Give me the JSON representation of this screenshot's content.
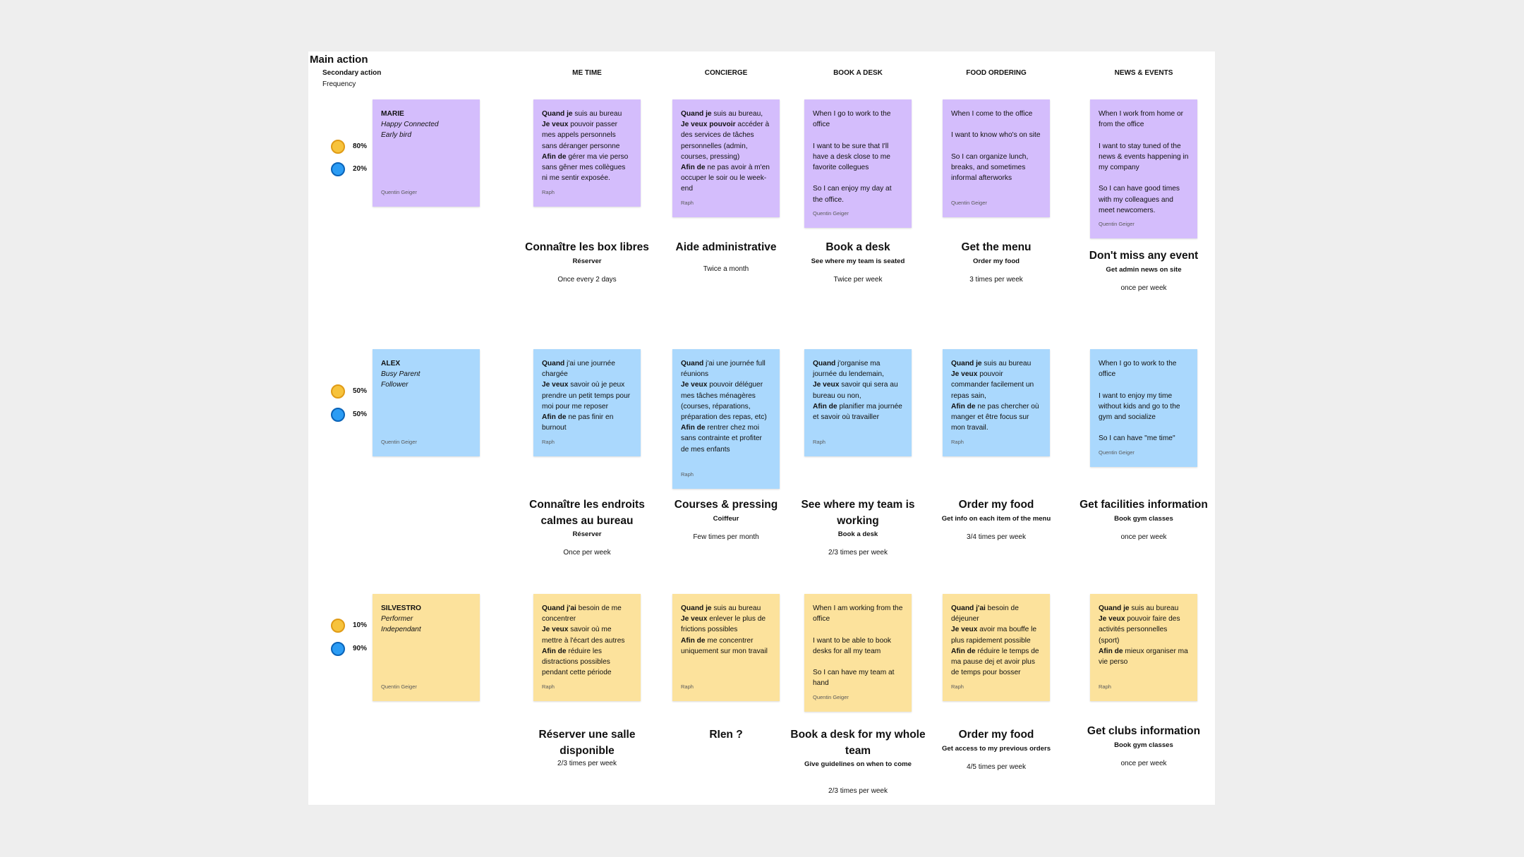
{
  "legend": {
    "main": "Main action",
    "secondary": "Secondary action",
    "frequency": "Frequency"
  },
  "columns": [
    "ME TIME",
    "CONCIERGE",
    "BOOK A DESK",
    "FOOD ORDERING",
    "NEWS & EVENTS"
  ],
  "colors": {
    "purple": "#d4bdfc",
    "blue": "#aad8fd",
    "yellow": "#fce29c",
    "dot_yellow": "#f7c33c",
    "dot_blue": "#2b9cf4"
  },
  "personas": [
    {
      "name": "MARIE",
      "role1": "Happy Connected",
      "role2": "Early bird",
      "author": "Quentin Geiger",
      "pct_yellow": "80%",
      "pct_blue": "20%"
    },
    {
      "name": "ALEX",
      "role1": "Busy Parent",
      "role2": "Follower",
      "author": "Quentin Geiger",
      "pct_yellow": "50%",
      "pct_blue": "50%"
    },
    {
      "name": "SILVESTRO",
      "role1": "Performer",
      "role2": "Independant",
      "author": "Quentin Geiger",
      "pct_yellow": "10%",
      "pct_blue": "90%"
    }
  ],
  "rows": [
    {
      "stickies": [
        {
          "segments": [
            [
              "b",
              "Quand je"
            ],
            [
              "n",
              " suis au bureau\n"
            ],
            [
              "b",
              "Je veux"
            ],
            [
              "n",
              " pouvoir passer mes appels personnels sans déranger personne\n"
            ],
            [
              "b",
              "Afin de"
            ],
            [
              "n",
              " gérer ma vie perso sans gêner mes collègues ni me sentir exposée."
            ]
          ],
          "author": "Raph"
        },
        {
          "segments": [
            [
              "b",
              "Quand je"
            ],
            [
              "n",
              " suis au bureau,\n"
            ],
            [
              "b",
              "Je veux pouvoir"
            ],
            [
              "n",
              " accéder à des services de tâches personnelles (admin, courses, pressing)\n"
            ],
            [
              "b",
              "Afin de"
            ],
            [
              "n",
              " ne pas avoir à m'en occuper le soir ou le week-end"
            ]
          ],
          "author": "Raph"
        },
        {
          "segments": [
            [
              "n",
              "When I go to work to the office\n\nI want to be sure that I'll have a desk close to me favorite collegues\n\nSo I can enjoy my day at the office."
            ]
          ],
          "author": "Quentin Geiger"
        },
        {
          "segments": [
            [
              "n",
              "When I come to the office\n\nI want to know who's on site\n\nSo I can organize lunch, breaks, and sometimes informal afterworks"
            ]
          ],
          "author": "Quentin Geiger"
        },
        {
          "segments": [
            [
              "n",
              "When I work from home or from the office\n\nI want to stay tuned of the news & events happening in my company\n\nSo I can have good times with my colleagues and meet newcomers."
            ]
          ],
          "author": "Quentin Geiger"
        }
      ],
      "actions": [
        {
          "title": "Connaître les box libres",
          "sub": "Réserver",
          "freq": "Once every 2 days"
        },
        {
          "title": "Aide administrative",
          "sub": "",
          "freq": "Twice a month"
        },
        {
          "title": "Book a desk",
          "sub": "See where my team is seated",
          "freq": "Twice per week"
        },
        {
          "title": "Get the menu",
          "sub": "Order my food",
          "freq": "3 times per week"
        },
        {
          "title": "Don't miss any event",
          "sub": "Get admin news on site",
          "freq": "once per week"
        }
      ]
    },
    {
      "stickies": [
        {
          "segments": [
            [
              "b",
              "Quand"
            ],
            [
              "n",
              " j'ai une journée chargée\n"
            ],
            [
              "b",
              "Je veux"
            ],
            [
              "n",
              " savoir où je peux prendre un petit temps pour moi pour me reposer\n"
            ],
            [
              "b",
              "Afin de"
            ],
            [
              "n",
              " ne pas finir en burnout"
            ]
          ],
          "author": "Raph"
        },
        {
          "segments": [
            [
              "b",
              "Quand"
            ],
            [
              "n",
              " j'ai une journée full réunions\n"
            ],
            [
              "b",
              "Je veux"
            ],
            [
              "n",
              " pouvoir déléguer mes tâches ménagères (courses, réparations, préparation des repas, etc)\n"
            ],
            [
              "b",
              "Afin de"
            ],
            [
              "n",
              " rentrer chez moi sans contrainte et profiter de mes enfants"
            ]
          ],
          "author": "Raph"
        },
        {
          "segments": [
            [
              "b",
              "Quand"
            ],
            [
              "n",
              " j'organise ma journée du lendemain,\n"
            ],
            [
              "b",
              "Je veux"
            ],
            [
              "n",
              " savoir qui sera au bureau ou non,\n"
            ],
            [
              "b",
              "Afin de"
            ],
            [
              "n",
              " planifier ma journée et savoir où travailler"
            ]
          ],
          "author": "Raph"
        },
        {
          "segments": [
            [
              "b",
              "Quand je"
            ],
            [
              "n",
              " suis au bureau\n"
            ],
            [
              "b",
              "Je veux"
            ],
            [
              "n",
              " pouvoir commander facilement un repas sain,\n"
            ],
            [
              "b",
              "Afin de"
            ],
            [
              "n",
              " ne pas chercher où manger et être focus sur mon travail."
            ]
          ],
          "author": "Raph"
        },
        {
          "segments": [
            [
              "n",
              "When I go to work to the office\n\nI want to enjoy my time without kids and go to the gym and socialize\n\nSo I can have \"me time\""
            ]
          ],
          "author": "Quentin Geiger"
        }
      ],
      "actions": [
        {
          "title": "Connaître les endroits calmes au bureau",
          "sub": "Réserver",
          "freq": "Once per week"
        },
        {
          "title": "Courses & pressing",
          "sub": "Coiffeur",
          "freq": "Few times per month"
        },
        {
          "title": "See where my team is working",
          "sub": "Book a desk",
          "freq": "2/3 times per week"
        },
        {
          "title": "Order my food",
          "sub": "Get info on each item of the menu",
          "freq": "3/4 times per week"
        },
        {
          "title": "Get facilities information",
          "sub": "Book gym classes",
          "freq": "once per week"
        }
      ]
    },
    {
      "stickies": [
        {
          "segments": [
            [
              "b",
              "Quand j'ai"
            ],
            [
              "n",
              " besoin de me concentrer\n"
            ],
            [
              "b",
              "Je veux"
            ],
            [
              "n",
              " savoir où me mettre à l'écart des autres\n"
            ],
            [
              "b",
              "Afin de"
            ],
            [
              "n",
              " réduire les distractions possibles pendant cette période"
            ]
          ],
          "author": "Raph"
        },
        {
          "segments": [
            [
              "b",
              "Quand je"
            ],
            [
              "n",
              " suis au bureau\n"
            ],
            [
              "b",
              "Je veux"
            ],
            [
              "n",
              " enlever le plus de frictions possibles\n"
            ],
            [
              "b",
              "Afin de"
            ],
            [
              "n",
              " me concentrer uniquement sur mon travail"
            ]
          ],
          "author": "Raph"
        },
        {
          "segments": [
            [
              "n",
              "When I am working from the office\n\nI want to be able to book desks for all my team\n\nSo I can have my team at hand"
            ]
          ],
          "author": "Quentin Geiger"
        },
        {
          "segments": [
            [
              "b",
              "Quand j'ai"
            ],
            [
              "n",
              " besoin de déjeuner\n"
            ],
            [
              "b",
              "Je veux"
            ],
            [
              "n",
              " avoir ma bouffe le plus rapidement possible\n"
            ],
            [
              "b",
              "Afin de"
            ],
            [
              "n",
              " réduire le temps de ma pause dej et avoir plus de temps pour bosser"
            ]
          ],
          "author": "Raph"
        },
        {
          "segments": [
            [
              "b",
              "Quand je"
            ],
            [
              "n",
              " suis au bureau\n"
            ],
            [
              "b",
              "Je veux"
            ],
            [
              "n",
              " pouvoir faire des activités personnelles (sport)\n"
            ],
            [
              "b",
              "Afin de"
            ],
            [
              "n",
              " mieux organiser ma vie perso"
            ]
          ],
          "author": "Raph"
        }
      ],
      "actions": [
        {
          "title": "Réserver une salle disponible",
          "sub": "",
          "freq": "2/3 times per week"
        },
        {
          "title": "RIen ?",
          "sub": "",
          "freq": ""
        },
        {
          "title": "Book a desk for my whole team",
          "sub": "Give guidelines on when to come",
          "freq": "2/3 times per week"
        },
        {
          "title": "Order my food",
          "sub": "Get access to my previous orders",
          "freq": "4/5 times per week"
        },
        {
          "title": "Get clubs information",
          "sub": "Book gym classes",
          "freq": "once per week"
        }
      ]
    }
  ]
}
